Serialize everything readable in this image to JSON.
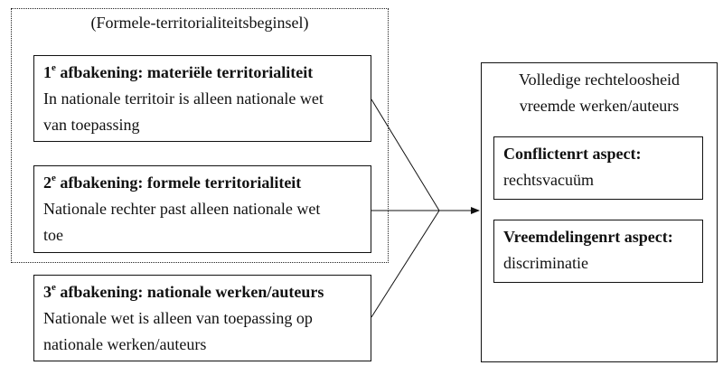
{
  "group": {
    "label": "(Formele-territorialiteitsbeginsel)"
  },
  "boxes": [
    {
      "number": "1",
      "superscript": "e",
      "title": " afbakening: materiële territorialiteit",
      "line1": "In nationale territoir is alleen nationale wet",
      "line2": "van toepassing"
    },
    {
      "number": "2",
      "superscript": "e",
      "title": " afbakening: formele territorialiteit",
      "line1": "Nationale rechter past alleen nationale wet",
      "line2": "toe"
    },
    {
      "number": "3",
      "superscript": "e",
      "title": " afbakening: nationale werken/auteurs",
      "line1": "Nationale wet is alleen van toepassing op",
      "line2": "nationale werken/auteurs"
    }
  ],
  "result": {
    "title_line1": "Volledige rechteloosheid",
    "title_line2": "vreemde werken/auteurs",
    "aspects": [
      {
        "title": "Conflictenrt aspect:",
        "text": "rechtsvacuüm"
      },
      {
        "title": "Vreemdelingenrt aspect:",
        "text": "discriminatie"
      }
    ]
  }
}
